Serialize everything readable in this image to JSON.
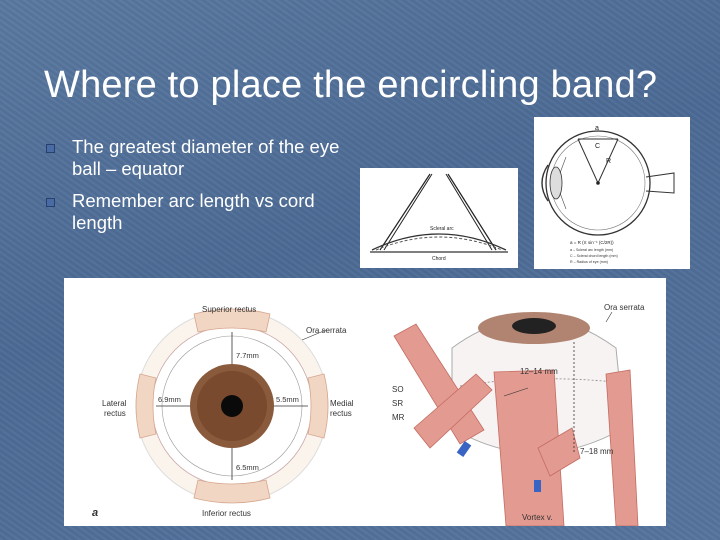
{
  "slide": {
    "title": "Where to place the encircling band?",
    "bullets": [
      "The greatest diameter of the eye ball – equator",
      "Remember arc length vs cord length"
    ]
  },
  "figure_arc": {
    "scleral_arc_label": "Scleral arc",
    "chord_label": "Chord"
  },
  "figure_eye": {
    "label_a": "a",
    "label_c": "C",
    "label_r": "R",
    "formula": "a = R (π sin⁻¹ (C/2R))",
    "legend": [
      "a – Scleral arc length (mm)",
      "C – Scleral chord length (mm)",
      "R – Radius of eye (mm)"
    ]
  },
  "figure_anatomy": {
    "superior_rectus": "Superior rectus",
    "ora_serrata_left": "Ora serrata",
    "dim_77": "7.7mm",
    "dim_69": "6.9mm",
    "dim_55": "5.5mm",
    "dim_65": "6.5mm",
    "lateral_rectus_1": "Lateral",
    "lateral_rectus_2": "rectus",
    "medial_rectus_1": "Medial",
    "medial_rectus_2": "rectus",
    "inferior_rectus": "Inferior rectus",
    "panel_label": "a",
    "ora_serrata_right": "Ora serrata",
    "dim_1214": "12–14 mm",
    "dim_718": "7–18 mm",
    "so": "SO",
    "sr": "SR",
    "mr": "MR",
    "vortex": "Vortex v."
  },
  "colors": {
    "background": "#4f6e98",
    "muscle": "#e39a90",
    "iris": "#8a5a3c"
  }
}
